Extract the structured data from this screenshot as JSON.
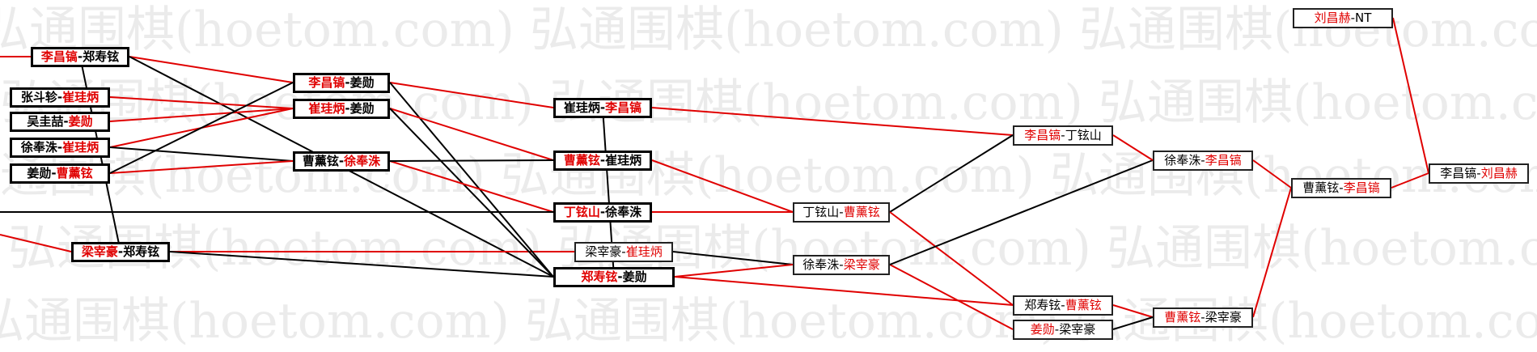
{
  "watermark": "弘通围棋(hoetom.com)",
  "colors": {
    "winner": "#e00000",
    "loser": "#000000",
    "line_red": "#e00000",
    "line_black": "#000000"
  },
  "nodes": [
    {
      "id": "r1_1",
      "p1": "李昌镐",
      "p2": "郑寿铉",
      "win": 1
    },
    {
      "id": "r1_2",
      "p1": "张斗轸",
      "p2": "崔珪炳",
      "win": 2
    },
    {
      "id": "r1_3",
      "p1": "吴圭喆",
      "p2": "姜勋",
      "win": 2
    },
    {
      "id": "r1_4",
      "p1": "徐奉洙",
      "p2": "崔珪炳",
      "win": 2
    },
    {
      "id": "r1_5",
      "p1": "姜勋",
      "p2": "曹薰铉",
      "win": 2
    },
    {
      "id": "r1_6",
      "p1": "梁宰豪",
      "p2": "郑寿铉",
      "win": 1
    },
    {
      "id": "r2_1",
      "p1": "李昌镐",
      "p2": "姜勋",
      "win": 1
    },
    {
      "id": "r2_2",
      "p1": "崔珪炳",
      "p2": "姜勋",
      "win": 1
    },
    {
      "id": "r2_3",
      "p1": "曹薰铉",
      "p2": "徐奉洙",
      "win": 2
    },
    {
      "id": "r3_1",
      "p1": "崔珪炳",
      "p2": "李昌镐",
      "win": 2
    },
    {
      "id": "r3_2",
      "p1": "曹薰铉",
      "p2": "崔珪炳",
      "win": 1
    },
    {
      "id": "r3_3",
      "p1": "丁铉山",
      "p2": "徐奉洙",
      "win": 1
    },
    {
      "id": "r3_4",
      "p1": "梁宰豪",
      "p2": "崔珪炳",
      "win": 2
    },
    {
      "id": "r3_5",
      "p1": "郑寿铉",
      "p2": "姜勋",
      "win": 1
    },
    {
      "id": "r4_1",
      "p1": "丁铉山",
      "p2": "曹薰铉",
      "win": 2
    },
    {
      "id": "r4_2",
      "p1": "徐奉洙",
      "p2": "梁宰豪",
      "win": 2
    },
    {
      "id": "r5_1",
      "p1": "李昌镐",
      "p2": "丁铉山",
      "win": 1
    },
    {
      "id": "r5_2",
      "p1": "郑寿铉",
      "p2": "曹薰铉",
      "win": 2
    },
    {
      "id": "r5_3",
      "p1": "姜勋",
      "p2": "梁宰豪",
      "win": 1
    },
    {
      "id": "r6_1",
      "p1": "徐奉洙",
      "p2": "李昌镐",
      "win": 2
    },
    {
      "id": "r6_2",
      "p1": "曹薰铉",
      "p2": "梁宰豪",
      "win": 1
    },
    {
      "id": "r7_1",
      "p1": "曹薰铉",
      "p2": "李昌镐",
      "win": 2
    },
    {
      "id": "r8_0",
      "p1": "刘昌赫",
      "p2": "NT",
      "win": 1
    },
    {
      "id": "r8_1",
      "p1": "李昌镐",
      "p2": "刘昌赫",
      "win": 2
    }
  ],
  "edges": [
    {
      "from": "r1_1",
      "to": "r2_1",
      "c": "red"
    },
    {
      "from": "r1_1",
      "to": "r3_5",
      "c": "black"
    },
    {
      "from": "r1_2",
      "to": "r2_2",
      "c": "red"
    },
    {
      "from": "r1_3",
      "to": "r2_2",
      "c": "red"
    },
    {
      "from": "r1_4",
      "to": "r2_2",
      "c": "red"
    },
    {
      "from": "r1_4",
      "to": "r2_3",
      "c": "black"
    },
    {
      "from": "r1_5",
      "to": "r2_3",
      "c": "red"
    },
    {
      "from": "r1_5",
      "to": "r2_1",
      "c": "black"
    },
    {
      "from": "r1_6",
      "to": "r3_4",
      "c": "red"
    },
    {
      "from": "r1_6",
      "to": "r3_5",
      "c": "black"
    },
    {
      "from": "r1_6",
      "to": "r1_1",
      "c": "black"
    },
    {
      "from": "r2_1",
      "to": "r3_1",
      "c": "red"
    },
    {
      "from": "r2_1",
      "to": "r3_5",
      "c": "black"
    },
    {
      "from": "r2_2",
      "to": "r3_2",
      "c": "red"
    },
    {
      "from": "r2_2",
      "to": "r3_5",
      "c": "black"
    },
    {
      "from": "r2_3",
      "to": "r3_3",
      "c": "red"
    },
    {
      "from": "r2_3",
      "to": "r3_2",
      "c": "black"
    },
    {
      "from": "r3_1",
      "to": "r5_1",
      "c": "red"
    },
    {
      "from": "r3_1",
      "to": "r3_5",
      "c": "black"
    },
    {
      "from": "r3_2",
      "to": "r4_1",
      "c": "red"
    },
    {
      "from": "r3_3",
      "to": "r4_1",
      "c": "red"
    },
    {
      "from": "r3_4",
      "to": "r4_2",
      "c": "black"
    },
    {
      "from": "r3_5",
      "to": "r4_2",
      "c": "red"
    },
    {
      "from": "r3_5",
      "to": "r5_2",
      "c": "red"
    },
    {
      "from": "r4_1",
      "to": "r5_1",
      "c": "black"
    },
    {
      "from": "r4_1",
      "to": "r5_2",
      "c": "red"
    },
    {
      "from": "r4_2",
      "to": "r5_3",
      "c": "red"
    },
    {
      "from": "r4_2",
      "to": "r6_1",
      "c": "black"
    },
    {
      "from": "r5_1",
      "to": "r6_1",
      "c": "red"
    },
    {
      "from": "r5_2",
      "to": "r6_2",
      "c": "red"
    },
    {
      "from": "r5_3",
      "to": "r6_2",
      "c": "black"
    },
    {
      "from": "r6_1",
      "to": "r7_1",
      "c": "red"
    },
    {
      "from": "r6_2",
      "to": "r7_1",
      "c": "red"
    },
    {
      "from": "r7_1",
      "to": "r8_1",
      "c": "red"
    },
    {
      "from": "r8_0",
      "to": "r8_1",
      "c": "red"
    }
  ]
}
